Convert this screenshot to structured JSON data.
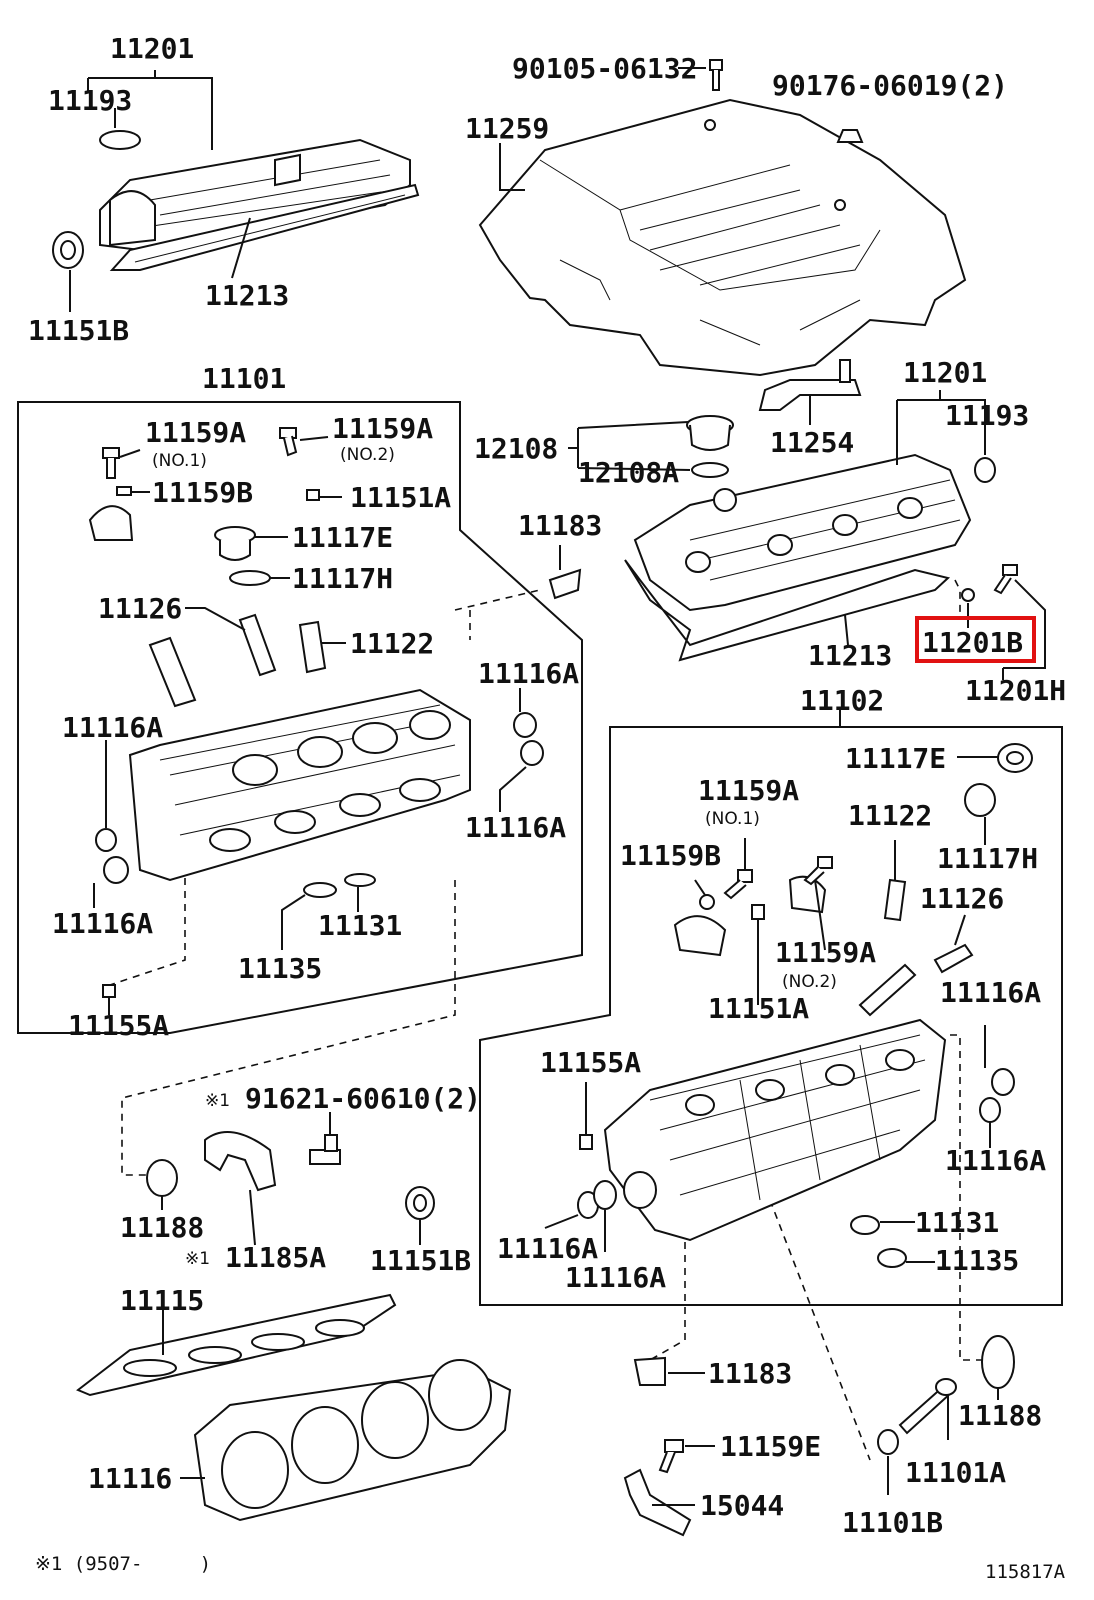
{
  "labels": [
    {
      "id": "a1",
      "text": "11201"
    },
    {
      "id": "a2",
      "text": "11193"
    },
    {
      "id": "a3",
      "text": "11213"
    },
    {
      "id": "a4",
      "text": "11151B"
    },
    {
      "id": "a5",
      "text": "90105-06132"
    },
    {
      "id": "a6",
      "text": "90176-06019(2)"
    },
    {
      "id": "a7",
      "text": "11259"
    },
    {
      "id": "a8",
      "text": "11101"
    },
    {
      "id": "a9",
      "text": "11159A"
    },
    {
      "id": "a10",
      "text": "11159A"
    },
    {
      "id": "a11",
      "text": "11159B"
    },
    {
      "id": "a12",
      "text": "11151A"
    },
    {
      "id": "a13",
      "text": "11117E"
    },
    {
      "id": "a14",
      "text": "11117H"
    },
    {
      "id": "a15",
      "text": "11126"
    },
    {
      "id": "a16",
      "text": "11122"
    },
    {
      "id": "a17",
      "text": "11116A"
    },
    {
      "id": "a18",
      "text": "11116A"
    },
    {
      "id": "a19",
      "text": "11116A"
    },
    {
      "id": "a20",
      "text": "11116A"
    },
    {
      "id": "a21",
      "text": "11131"
    },
    {
      "id": "a22",
      "text": "11135"
    },
    {
      "id": "a23",
      "text": "11155A"
    },
    {
      "id": "a24",
      "text": "12108"
    },
    {
      "id": "a25",
      "text": "12108A"
    },
    {
      "id": "a26",
      "text": "11254"
    },
    {
      "id": "a27",
      "text": "11201"
    },
    {
      "id": "a28",
      "text": "11193"
    },
    {
      "id": "a29",
      "text": "11183"
    },
    {
      "id": "a30",
      "text": "11213"
    },
    {
      "id": "a31",
      "text": "11201B"
    },
    {
      "id": "a32",
      "text": "11201H"
    },
    {
      "id": "a33",
      "text": "11102"
    },
    {
      "id": "a34",
      "text": "11117E"
    },
    {
      "id": "a35",
      "text": "11159A"
    },
    {
      "id": "a36",
      "text": "11122"
    },
    {
      "id": "a37",
      "text": "11159B"
    },
    {
      "id": "a38",
      "text": "11117H"
    },
    {
      "id": "a39",
      "text": "11126"
    },
    {
      "id": "a40",
      "text": "11159A"
    },
    {
      "id": "a41",
      "text": "11151A"
    },
    {
      "id": "a42",
      "text": "11116A"
    },
    {
      "id": "a43",
      "text": "11155A"
    },
    {
      "id": "a44",
      "text": "11116A"
    },
    {
      "id": "a45",
      "text": "11131"
    },
    {
      "id": "a46",
      "text": "11135"
    },
    {
      "id": "a47",
      "text": "11116A"
    },
    {
      "id": "a48",
      "text": "11116A"
    },
    {
      "id": "a49",
      "text": "91621-60610(2)"
    },
    {
      "id": "a50",
      "text": "11188"
    },
    {
      "id": "a51",
      "text": "11185A"
    },
    {
      "id": "a52",
      "text": "11151B"
    },
    {
      "id": "a53",
      "text": "11115"
    },
    {
      "id": "a54",
      "text": "11183"
    },
    {
      "id": "a55",
      "text": "11188"
    },
    {
      "id": "a56",
      "text": "11159E"
    },
    {
      "id": "a57",
      "text": "11101A"
    },
    {
      "id": "a58",
      "text": "15044"
    },
    {
      "id": "a59",
      "text": "11101B"
    },
    {
      "id": "a60",
      "text": "11116"
    }
  ],
  "sublabels": [
    {
      "id": "s1",
      "text": "(NO.1)"
    },
    {
      "id": "s2",
      "text": "(NO.2)"
    },
    {
      "id": "s3",
      "text": "(NO.1)"
    },
    {
      "id": "s4",
      "text": "(NO.2)"
    }
  ],
  "marks": [
    {
      "id": "m1",
      "text": "※1"
    },
    {
      "id": "m2",
      "text": "※1"
    }
  ],
  "footer": {
    "note": "※1 (9507-     )",
    "code": "115817A"
  },
  "highlight": {
    "label": "11201B",
    "color": "#e11111"
  }
}
